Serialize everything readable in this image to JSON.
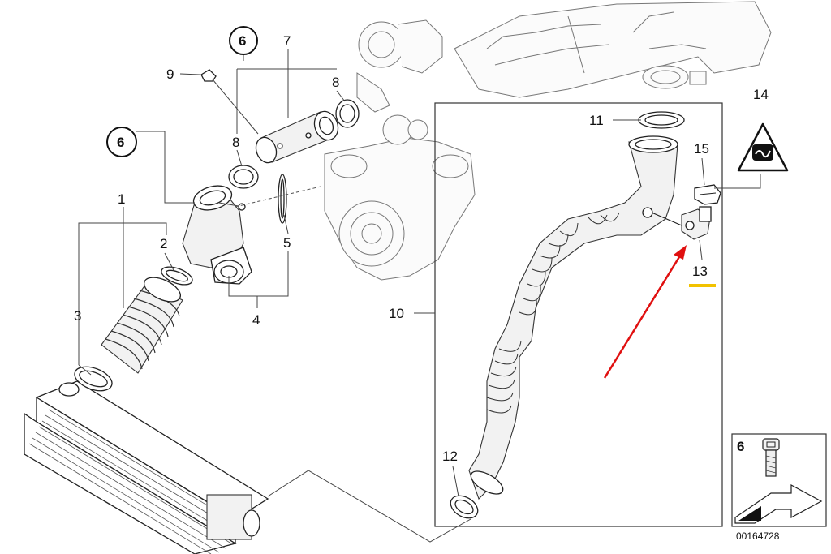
{
  "callouts": {
    "c1": "1",
    "c2": "2",
    "c3": "3",
    "c4": "4",
    "c5": "5",
    "c6a": "6",
    "c6b": "6",
    "c7": "7",
    "c8a": "8",
    "c8b": "8",
    "c9": "9",
    "c10": "10",
    "c11": "11",
    "c12": "12",
    "c13": "13",
    "c14": "14",
    "c15": "15"
  },
  "legend": {
    "part_number": "6",
    "reference_code": "00164728"
  },
  "highlight": {
    "arrow_color": "#e01010",
    "underline_color": "#f2c200"
  },
  "warning_badge_glyph": "⚠"
}
